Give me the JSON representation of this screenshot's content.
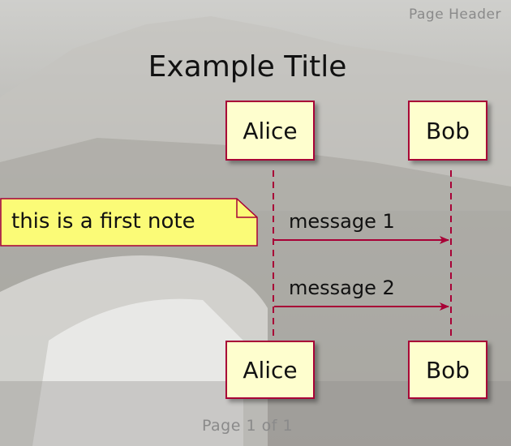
{
  "page": {
    "header": "Page Header",
    "footer": "Page 1 of 1"
  },
  "diagram": {
    "title": "Example Title",
    "participants": [
      "Alice",
      "Bob"
    ],
    "note": "this is a first note",
    "messages": [
      "message 1",
      "message 2"
    ]
  },
  "colors": {
    "participant_fill": "#fefece",
    "border": "#a80036",
    "note_fill": "#fbfb77",
    "arrow": "#a80036"
  }
}
